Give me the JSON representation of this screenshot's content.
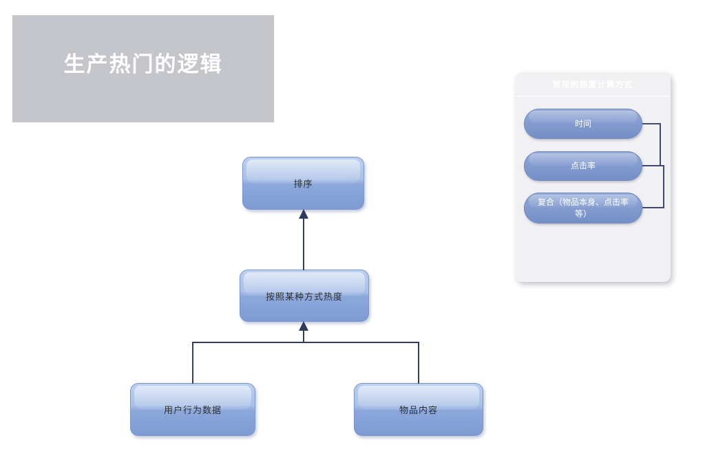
{
  "title": {
    "label": "生产热门的逻辑"
  },
  "flowchart": {
    "nodes": [
      {
        "id": "sort",
        "label": "排序"
      },
      {
        "id": "heat-method",
        "label": "按照某种方式热度"
      },
      {
        "id": "user-behavior-data",
        "label": "用户行为数据"
      },
      {
        "id": "item-content",
        "label": "物品内容"
      }
    ],
    "edges": [
      {
        "from": "heat-method",
        "to": "sort"
      },
      {
        "from": "user-behavior-data",
        "to": "heat-method"
      },
      {
        "from": "item-content",
        "to": "heat-method"
      }
    ]
  },
  "panel": {
    "header": "常用的热度计算方式",
    "items": [
      {
        "label": "时间"
      },
      {
        "label": "点击率"
      },
      {
        "label": "复合（物品本身、点击率等）"
      }
    ]
  },
  "colors": {
    "background": "#ffffff",
    "title_block": "#c4c6cb",
    "node_fill_top": "#bcd0ee",
    "node_fill_bottom": "#7e9bd3",
    "node_border": "#7a95cd",
    "connector_navy": "#2e3a5e",
    "panel_header_top": "#767c9f",
    "panel_header_bottom": "#3b4171",
    "panel_body": "#f1f1f4",
    "pill_fill": "#7f99cd",
    "bracket": "#3d4970"
  }
}
